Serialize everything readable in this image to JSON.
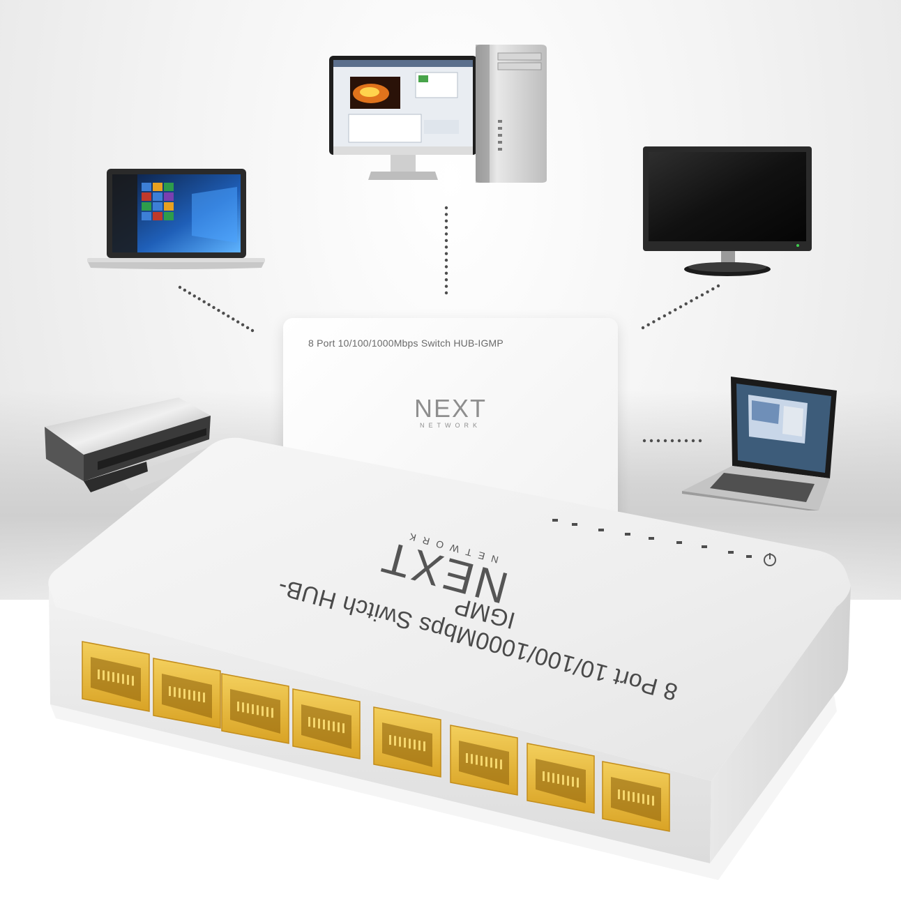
{
  "back_card": {
    "model_label": "8 Port 10/100/1000Mbps Switch HUB-IGMP",
    "brand": "NEXT",
    "brand_sub": "NETWORK"
  },
  "switch_top": {
    "model_label": "8 Port 10/100/1000Mbps Switch HUB-IGMP",
    "brand": "NEXT",
    "brand_sub": "NETWORK"
  },
  "colors": {
    "port_yellow": "#e9b93a",
    "switch_white": "#f4f4f4",
    "dot_gray": "#555555"
  },
  "icons": [
    "laptop-icon",
    "desktop-monitor-icon",
    "pc-tower-icon",
    "monitor-icon",
    "printer-icon",
    "macbook-icon",
    "power-icon"
  ]
}
